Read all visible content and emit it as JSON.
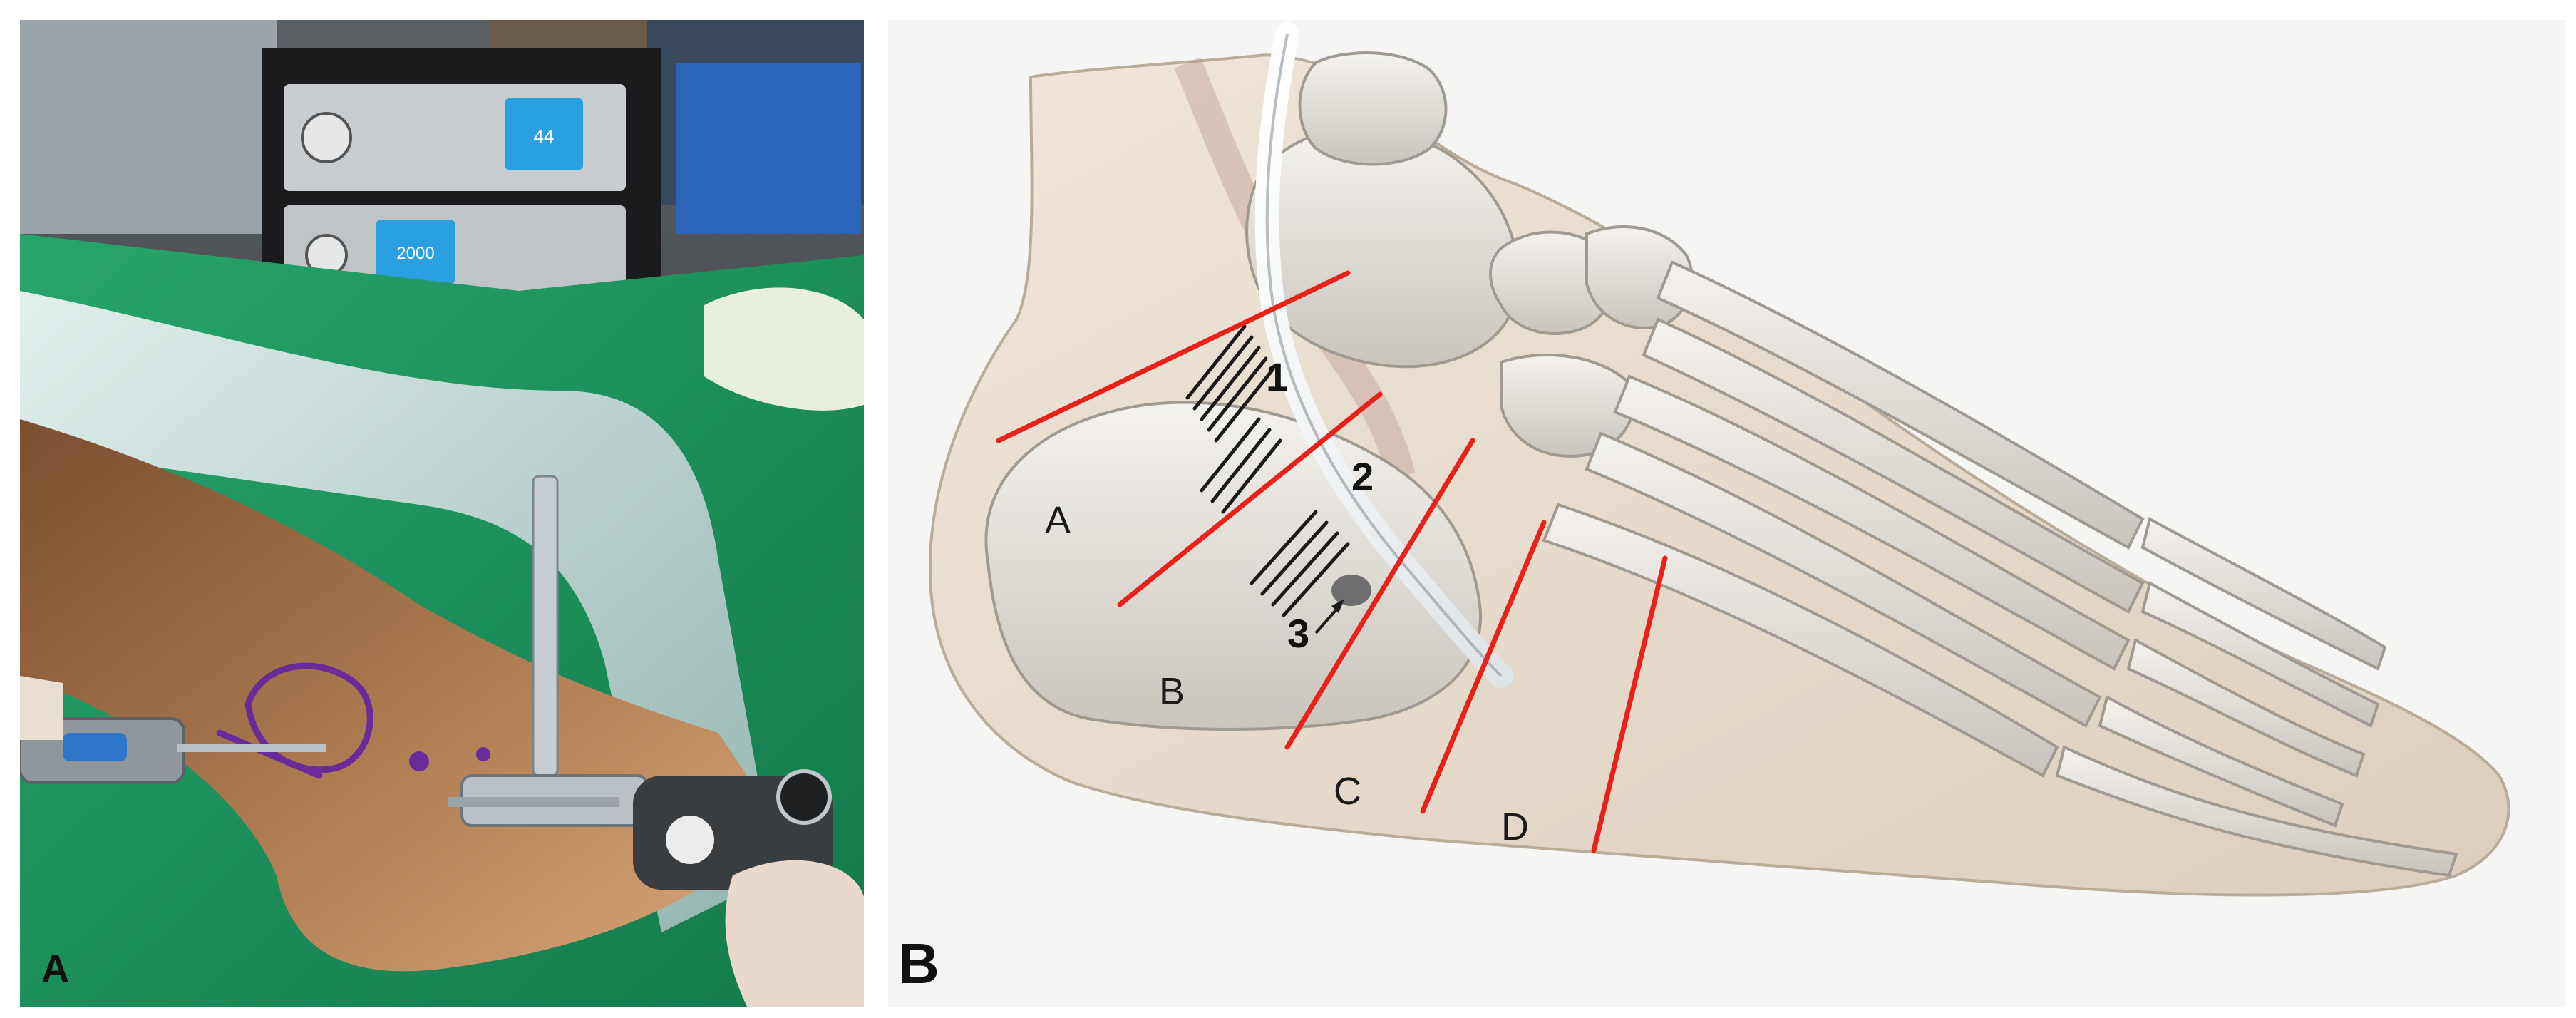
{
  "figure": {
    "panel_a": {
      "letter": "A",
      "monitor_top_readout": "44",
      "monitor_bottom_readout": "2000"
    },
    "panel_b": {
      "letter": "B",
      "zones": [
        "A",
        "B",
        "C",
        "D"
      ],
      "portals": [
        "1",
        "2",
        "3"
      ]
    }
  },
  "colors": {
    "drape_green": "#1f9a63",
    "skin_tone": "#b07c52",
    "marker_purple": "#6a2a9a",
    "incision_red": "#e8221a",
    "bone_gray": "#d9d6d0",
    "foot_beige": "#e8dccb"
  }
}
